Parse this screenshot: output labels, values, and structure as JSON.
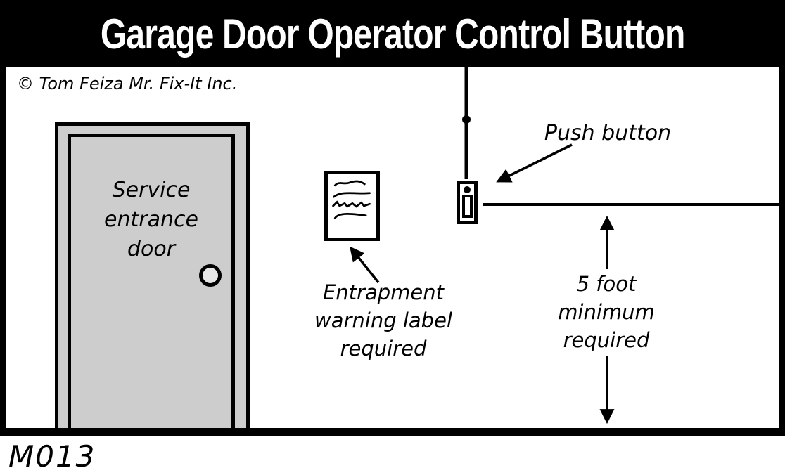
{
  "title": "Garage Door Operator Control Button",
  "copyright": "© Tom Feiza Mr. Fix-It Inc.",
  "diagram": {
    "door_label": "Service\nentrance\ndoor",
    "push_button_label": "Push button",
    "warning_label_caption": "Entrapment\nwarning label\nrequired",
    "clearance_label": "5 foot\nminimum\nrequired",
    "code": "M013"
  },
  "colors": {
    "ink": "#000000",
    "paper": "#ffffff",
    "door_fill": "#cdcdcd",
    "knob_fill": "#e6e6e6",
    "title_bg": "#000000",
    "title_text": "#ffffff"
  }
}
